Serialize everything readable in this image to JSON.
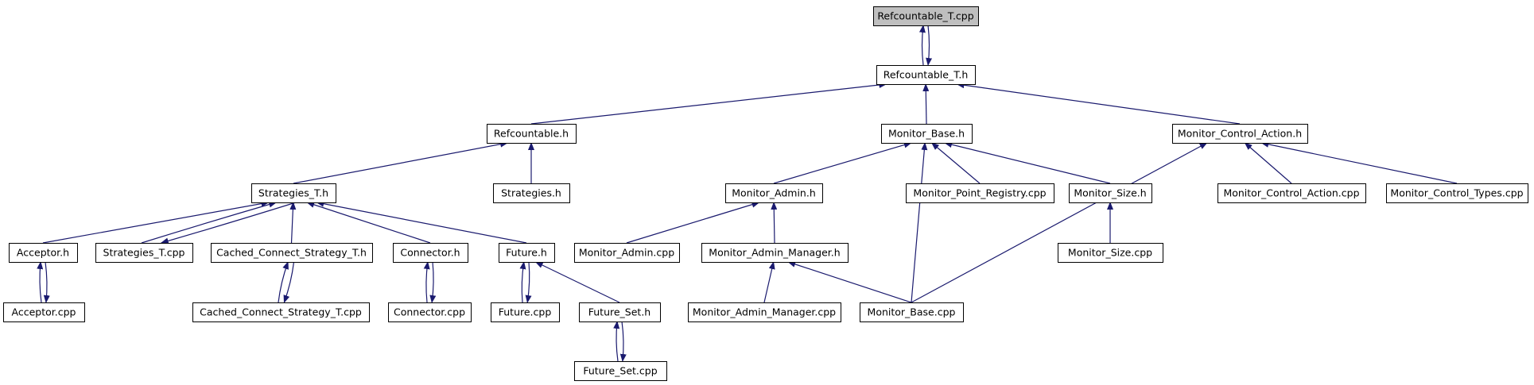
{
  "colors": {
    "edge": "#1a1a6e",
    "node_fill": "#ffffff",
    "root_fill": "#bfbfbf",
    "node_border": "#000000"
  },
  "root": "Refcountable_T.cpp",
  "nodes": [
    {
      "id": "refcountable_t_cpp",
      "label": "Refcountable_T.cpp"
    },
    {
      "id": "refcountable_t_h",
      "label": "Refcountable_T.h"
    },
    {
      "id": "refcountable_h",
      "label": "Refcountable.h"
    },
    {
      "id": "monitor_base_h",
      "label": "Monitor_Base.h"
    },
    {
      "id": "monitor_control_action_h",
      "label": "Monitor_Control_Action.h"
    },
    {
      "id": "strategies_t_h",
      "label": "Strategies_T.h"
    },
    {
      "id": "strategies_h",
      "label": "Strategies.h"
    },
    {
      "id": "monitor_admin_h",
      "label": "Monitor_Admin.h"
    },
    {
      "id": "monitor_point_registry_cpp",
      "label": "Monitor_Point_Registry.cpp"
    },
    {
      "id": "monitor_size_h",
      "label": "Monitor_Size.h"
    },
    {
      "id": "monitor_control_action_cpp",
      "label": "Monitor_Control_Action.cpp"
    },
    {
      "id": "monitor_control_types_cpp",
      "label": "Monitor_Control_Types.cpp"
    },
    {
      "id": "acceptor_h",
      "label": "Acceptor.h"
    },
    {
      "id": "strategies_t_cpp",
      "label": "Strategies_T.cpp"
    },
    {
      "id": "cached_connect_strategy_t_h",
      "label": "Cached_Connect_Strategy_T.h"
    },
    {
      "id": "connector_h",
      "label": "Connector.h"
    },
    {
      "id": "future_h",
      "label": "Future.h"
    },
    {
      "id": "monitor_admin_cpp",
      "label": "Monitor_Admin.cpp"
    },
    {
      "id": "monitor_admin_manager_h",
      "label": "Monitor_Admin_Manager.h"
    },
    {
      "id": "monitor_size_cpp",
      "label": "Monitor_Size.cpp"
    },
    {
      "id": "acceptor_cpp",
      "label": "Acceptor.cpp"
    },
    {
      "id": "cached_connect_strategy_t_cpp",
      "label": "Cached_Connect_Strategy_T.cpp"
    },
    {
      "id": "connector_cpp",
      "label": "Connector.cpp"
    },
    {
      "id": "future_cpp",
      "label": "Future.cpp"
    },
    {
      "id": "future_set_h",
      "label": "Future_Set.h"
    },
    {
      "id": "monitor_admin_manager_cpp",
      "label": "Monitor_Admin_Manager.cpp"
    },
    {
      "id": "monitor_base_cpp",
      "label": "Monitor_Base.cpp"
    },
    {
      "id": "future_set_cpp",
      "label": "Future_Set.cpp"
    }
  ],
  "edges": [
    {
      "from": "refcountable_t_h",
      "to": "refcountable_t_cpp"
    },
    {
      "from": "refcountable_t_cpp",
      "to": "refcountable_t_h"
    },
    {
      "from": "refcountable_h",
      "to": "refcountable_t_h"
    },
    {
      "from": "monitor_base_h",
      "to": "refcountable_t_h"
    },
    {
      "from": "monitor_control_action_h",
      "to": "refcountable_t_h"
    },
    {
      "from": "strategies_t_h",
      "to": "refcountable_h"
    },
    {
      "from": "strategies_h",
      "to": "refcountable_h"
    },
    {
      "from": "monitor_admin_h",
      "to": "monitor_base_h"
    },
    {
      "from": "monitor_point_registry_cpp",
      "to": "monitor_base_h"
    },
    {
      "from": "monitor_size_h",
      "to": "monitor_base_h"
    },
    {
      "from": "monitor_base_cpp",
      "to": "monitor_base_h"
    },
    {
      "from": "monitor_base_cpp",
      "to": "monitor_control_action_h"
    },
    {
      "from": "monitor_control_action_cpp",
      "to": "monitor_control_action_h"
    },
    {
      "from": "monitor_control_types_cpp",
      "to": "monitor_control_action_h"
    },
    {
      "from": "acceptor_h",
      "to": "strategies_t_h"
    },
    {
      "from": "strategies_t_cpp",
      "to": "strategies_t_h"
    },
    {
      "from": "strategies_t_h",
      "to": "strategies_t_cpp"
    },
    {
      "from": "cached_connect_strategy_t_h",
      "to": "strategies_t_h"
    },
    {
      "from": "connector_h",
      "to": "strategies_t_h"
    },
    {
      "from": "future_h",
      "to": "strategies_t_h"
    },
    {
      "from": "monitor_admin_cpp",
      "to": "monitor_admin_h"
    },
    {
      "from": "monitor_admin_manager_h",
      "to": "monitor_admin_h"
    },
    {
      "from": "monitor_size_cpp",
      "to": "monitor_size_h"
    },
    {
      "from": "acceptor_cpp",
      "to": "acceptor_h"
    },
    {
      "from": "acceptor_h",
      "to": "acceptor_cpp"
    },
    {
      "from": "cached_connect_strategy_t_cpp",
      "to": "cached_connect_strategy_t_h"
    },
    {
      "from": "cached_connect_strategy_t_h",
      "to": "cached_connect_strategy_t_cpp"
    },
    {
      "from": "connector_cpp",
      "to": "connector_h"
    },
    {
      "from": "connector_h",
      "to": "connector_cpp"
    },
    {
      "from": "future_cpp",
      "to": "future_h"
    },
    {
      "from": "future_h",
      "to": "future_cpp"
    },
    {
      "from": "future_set_h",
      "to": "future_h"
    },
    {
      "from": "monitor_admin_manager_cpp",
      "to": "monitor_admin_manager_h"
    },
    {
      "from": "monitor_base_cpp",
      "to": "monitor_admin_manager_h"
    },
    {
      "from": "future_set_cpp",
      "to": "future_set_h"
    },
    {
      "from": "future_set_h",
      "to": "future_set_cpp"
    }
  ]
}
